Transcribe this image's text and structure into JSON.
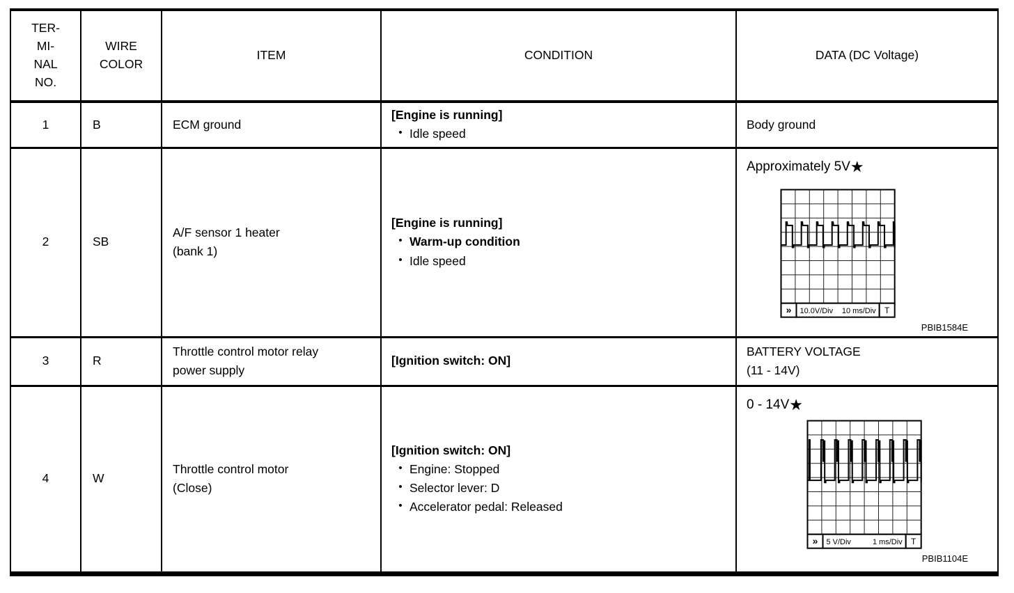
{
  "colors": {
    "ink": "#000000",
    "paper": "#ffffff"
  },
  "table": {
    "columns": [
      {
        "label": "TER-\nMI-\nNAL\nNO."
      },
      {
        "label": "WIRE\nCOLOR"
      },
      {
        "label": "ITEM"
      },
      {
        "label": "CONDITION"
      },
      {
        "label": "DATA (DC Voltage)"
      }
    ],
    "rows": [
      {
        "terminal": "1",
        "wire_color": "B",
        "item": "ECM ground",
        "condition": {
          "header": "[Engine is running]",
          "bullets": [
            {
              "text": "Idle speed",
              "bold": false
            }
          ]
        },
        "data": {
          "text": "Body ground"
        }
      },
      {
        "terminal": "2",
        "wire_color": "SB",
        "item": "A/F sensor 1 heater\n(bank 1)",
        "condition": {
          "header": "[Engine is running]",
          "bullets": [
            {
              "text": "Warm-up condition",
              "bold": true
            },
            {
              "text": "Idle speed",
              "bold": false
            }
          ]
        },
        "data": {
          "label": "Approximately 5V",
          "star": "★",
          "caption": "PBIB1584E",
          "scope": {
            "divisions": 8,
            "left_badge": "»",
            "v_per_div": "10.0V/Div",
            "t_per_div": "10 ms/Div",
            "trigger_badge": "T",
            "waveform": {
              "type": "pulse-train",
              "baseline_div": 3.9,
              "top_div": 2.52,
              "spike_div": 2.28,
              "start_div": 0.35,
              "period_div": 1.08,
              "width_div": 0.45,
              "pulses": 8,
              "notch": false
            }
          }
        }
      },
      {
        "terminal": "3",
        "wire_color": "R",
        "item": "Throttle control motor relay\npower supply",
        "condition": {
          "header": "[Ignition switch: ON]",
          "bullets": []
        },
        "data": {
          "text": "BATTERY VOLTAGE\n(11 - 14V)"
        }
      },
      {
        "terminal": "4",
        "wire_color": "W",
        "item": "Throttle control motor\n(Close)",
        "condition": {
          "header": "[Ignition switch: ON]",
          "bullets": [
            {
              "text": "Engine: Stopped",
              "bold": false
            },
            {
              "text": "Selector lever: D",
              "bold": false
            },
            {
              "text": "Accelerator pedal: Released",
              "bold": false
            }
          ]
        },
        "data": {
          "label": "0 - 14V",
          "star": "★",
          "caption": "PBIB1104E",
          "scope": {
            "divisions": 8,
            "left_badge": "»",
            "v_per_div": "5 V/Div",
            "t_per_div": "1 ms/Div",
            "trigger_badge": "T",
            "waveform": {
              "type": "pulse-train",
              "baseline_div": 4.2,
              "top_div": 1.35,
              "spike_div": 1.35,
              "start_div": 0.95,
              "period_div": 0.97,
              "width_div": 0.3,
              "pulses": 8,
              "notch": true,
              "notch_depth_div": 2.85,
              "lead_spike_div": 0.12
            }
          }
        }
      }
    ]
  }
}
